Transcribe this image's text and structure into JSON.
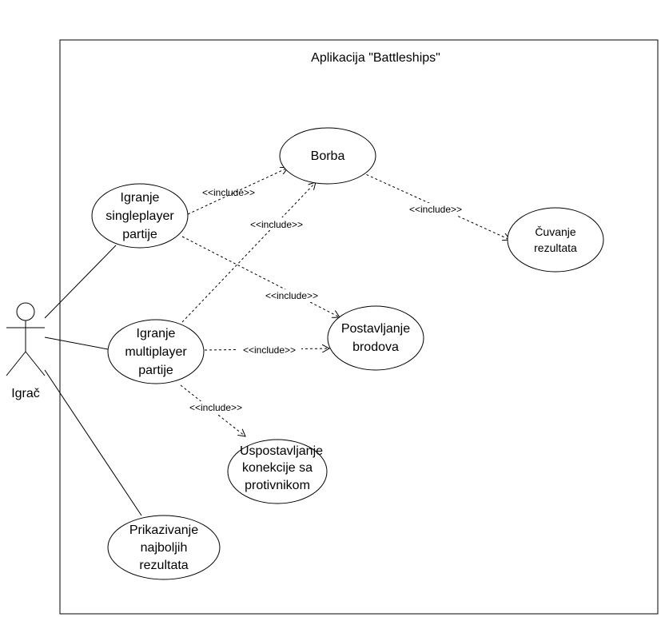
{
  "system": {
    "title": "Aplikacija \"Battleships\""
  },
  "actor": {
    "name": "Igrač"
  },
  "use_cases": {
    "singleplayer": [
      "Igranje",
      "singleplayer",
      "partije"
    ],
    "multiplayer": [
      "Igranje",
      "multiplayer",
      "partije"
    ],
    "borba": [
      "Borba"
    ],
    "cuvanje": [
      "Čuvanje",
      "rezultata"
    ],
    "postavljanje": [
      "Postavljanje",
      "brodova"
    ],
    "uspostavljanje": [
      "Uspostavljanje",
      "konekcije sa",
      "protivnikom"
    ],
    "prikazivanje": [
      "Prikazivanje",
      "najboljih",
      "rezultata"
    ]
  },
  "relations": {
    "include_label": "<<include>>"
  }
}
